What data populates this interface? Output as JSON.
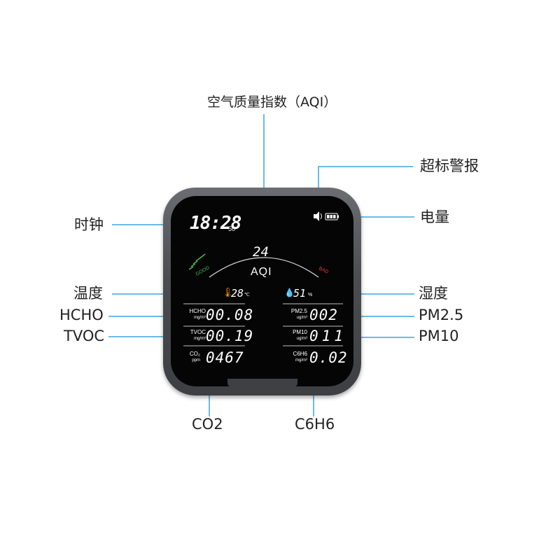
{
  "callouts": {
    "aqi_index": "空气质量指数（AQI）",
    "alarm": "超标警报",
    "clock": "时钟",
    "battery": "电量",
    "temp_left": "温度",
    "humidity_right": "湿度",
    "hcho": "HCHO",
    "tvoc": "TVOC",
    "pm25": "PM2.5",
    "pm10": "PM10",
    "co2": "CO2",
    "c6h6": "C6H6"
  },
  "display": {
    "clock": "18:28",
    "clock_seconds": "50",
    "aqi_value": "24",
    "aqi_label": "AQI",
    "good_label": "GOOD",
    "bad_label": "BAD",
    "temperature": "28",
    "temperature_unit": "℃",
    "humidity": "51",
    "humidity_unit": "%",
    "hcho_label": "HCHO",
    "hcho_unit": "mg/m³",
    "hcho_value": "00.08",
    "tvoc_label": "TVOC",
    "tvoc_unit": "mg/m³",
    "tvoc_value": "00.19",
    "co2_label": "CO₂",
    "co2_unit": "ppm",
    "co2_value": "0467",
    "pm25_label": "PM2.5",
    "pm25_unit": "ug/m³",
    "pm25_value": "002",
    "pm10_label": "PM10",
    "pm10_unit": "ug/m³",
    "pm10_value": "011",
    "c6h6_label": "C6H6",
    "c6h6_unit": "mg/m³",
    "c6h6_value": "0.02"
  },
  "icons": {
    "speaker": "speaker-icon",
    "battery": "battery-icon",
    "thermometer": "thermometer-icon",
    "droplet": "droplet-icon"
  },
  "colors": {
    "callout_line": "#3aa6dd",
    "good": "#4caf50",
    "bad": "#e53935",
    "screen": "#050505"
  }
}
